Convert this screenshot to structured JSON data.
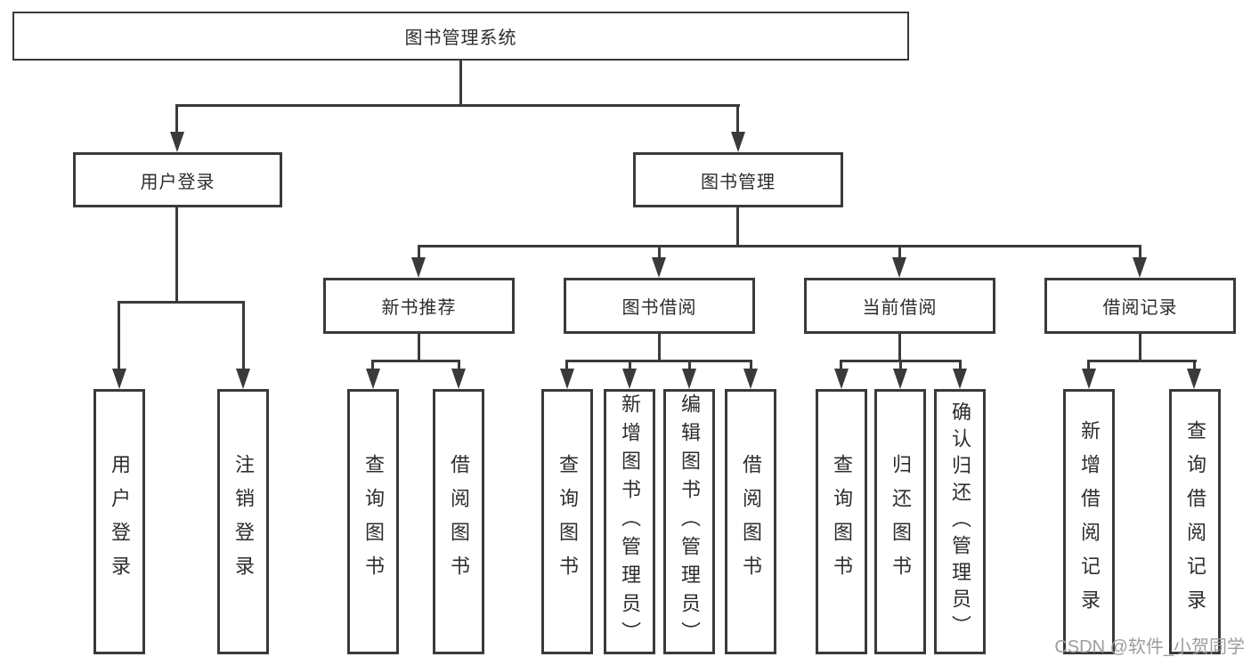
{
  "diagram_title": "图书管理系统",
  "tree": {
    "label": "图书管理系统",
    "children": [
      {
        "label": "用户登录",
        "children": [
          {
            "label": "用户登录"
          },
          {
            "label": "注销登录"
          }
        ]
      },
      {
        "label": "图书管理",
        "children": [
          {
            "label": "新书推荐",
            "children": [
              {
                "label": "查询图书"
              },
              {
                "label": "借阅图书"
              }
            ]
          },
          {
            "label": "图书借阅",
            "children": [
              {
                "label": "查询图书"
              },
              {
                "label": "新增图书（管理员）"
              },
              {
                "label": "编辑图书（管理员）"
              },
              {
                "label": "借阅图书"
              }
            ]
          },
          {
            "label": "当前借阅",
            "children": [
              {
                "label": "查询图书"
              },
              {
                "label": "归还图书"
              },
              {
                "label": "确认归还（管理员）"
              }
            ]
          },
          {
            "label": "借阅记录",
            "children": [
              {
                "label": "新增借阅记录"
              },
              {
                "label": "查询借阅记录"
              }
            ]
          }
        ]
      }
    ]
  },
  "watermark": {
    "text": "CSDN @软件_小贺同学"
  },
  "colors": {
    "line": "#3a3a3a",
    "text": "#2d2d2d",
    "background": "#ffffff",
    "watermark": "#9d9da1"
  }
}
